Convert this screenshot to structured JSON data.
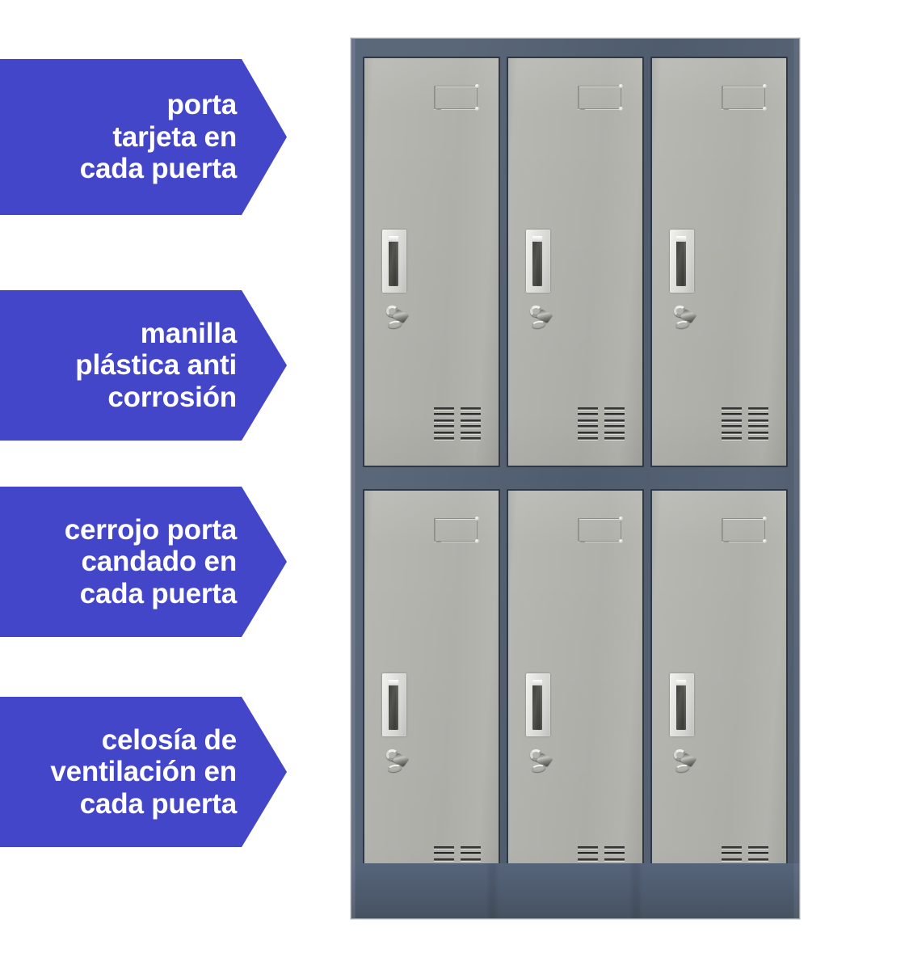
{
  "image": {
    "alt_description": "Casillero metalico de 6 puertas con llamados informativos",
    "background_color": "#ffffff"
  },
  "callouts": {
    "accent_color": "#4446c9",
    "text_color": "#ffffff",
    "items": [
      {
        "id": "porta-tarjeta",
        "lines": [
          "porta",
          "tarjeta en",
          "cada puerta"
        ]
      },
      {
        "id": "manilla-plastica",
        "lines": [
          "manilla",
          "plástica anti",
          "corrosión"
        ]
      },
      {
        "id": "cerrojo-candado",
        "lines": [
          "cerrojo porta",
          "candado en",
          "cada puerta"
        ]
      },
      {
        "id": "celosia-ventilacion",
        "lines": [
          "celosía de",
          "ventilación en",
          "cada puerta"
        ]
      }
    ]
  },
  "locker": {
    "frame_color": "#525f72",
    "door_color": "#b1b1ac",
    "door_edge_color": "#2f3844",
    "handle_color": "#e6e6e2",
    "handle_slot_color": "#3a3a37",
    "hardware_color": "#b9b9b4",
    "columns": 3,
    "rows": 2,
    "doors_total": 6,
    "louver_columns_per_door": 2,
    "louver_slits_per_column": 6,
    "features": [
      "card-holder",
      "recessed-plastic-handle",
      "padlock-hasp",
      "ventilation-louvers"
    ]
  }
}
